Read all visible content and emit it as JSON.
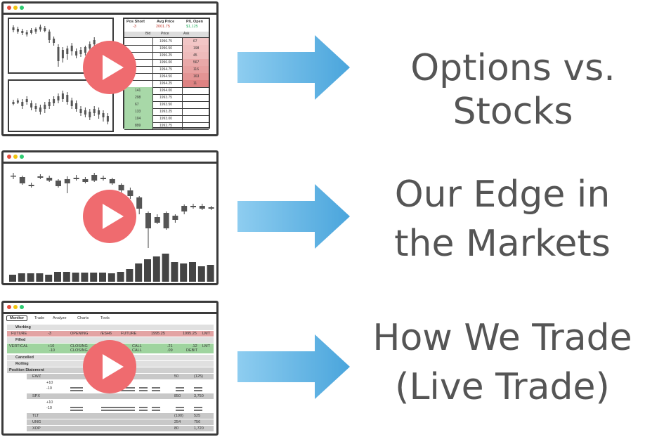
{
  "colors": {
    "play": "#ef6b6f",
    "arrow": "#5aaee0",
    "ask": "#e9a0a0",
    "bid": "#9fd49f",
    "text": "#555555"
  },
  "window1": {
    "header": [
      {
        "label": "Pos Short",
        "value": "-3"
      },
      {
        "label": "Avg Price",
        "value": "2001.75"
      },
      {
        "label": "P/L Open",
        "value": "$1,125"
      }
    ],
    "columns": [
      "Bid",
      "Price",
      "Ask"
    ],
    "ladder": [
      {
        "bid": "",
        "price": "1996.75",
        "ask": "67"
      },
      {
        "bid": "",
        "price": "1996.50",
        "ask": "198"
      },
      {
        "bid": "",
        "price": "1996.25",
        "ask": "45"
      },
      {
        "bid": "",
        "price": "1996.00",
        "ask": "567"
      },
      {
        "bid": "",
        "price": "1994.75",
        "ask": "116"
      },
      {
        "bid": "",
        "price": "1994.50",
        "ask": "163"
      },
      {
        "bid": "",
        "price": "1994.25",
        "ask": "11"
      },
      {
        "bid": "141",
        "price": "1994.00",
        "ask": ""
      },
      {
        "bid": "298",
        "price": "1993.75",
        "ask": ""
      },
      {
        "bid": "67",
        "price": "1993.50",
        "ask": ""
      },
      {
        "bid": "133",
        "price": "1993.25",
        "ask": ""
      },
      {
        "bid": "104",
        "price": "1993.00",
        "ask": ""
      },
      {
        "bid": "899",
        "price": "1992.75",
        "ask": ""
      }
    ]
  },
  "window3": {
    "tabs": [
      "Monitor",
      "Trade",
      "Analyze",
      "Charts",
      "Tools"
    ],
    "working_label": "Working",
    "order1": [
      "FUTURE",
      "-3",
      "OPENING",
      "/ESH6",
      "FUTURE",
      "1995.25",
      "1995.25",
      "LMT"
    ],
    "filled_label": "Filled",
    "order2a": [
      "VERTICAL",
      "+10",
      "CLOSING",
      "CALL",
      ".21",
      ".12",
      "LMT"
    ],
    "order2b": [
      "-10",
      "CLOSING",
      "CALL",
      ".09",
      "DEBIT"
    ],
    "cancelled_label": "Cancelled",
    "rolling_label": "Rolling",
    "position_label": "Position Statement",
    "positions": [
      {
        "sym": "EWZ",
        "qty": "50",
        "pl": "(125)"
      },
      {
        "sym": "SPX",
        "qty": "850",
        "pl": "3,750"
      },
      {
        "sym": "TLT",
        "qty": "(100)",
        "pl": "525"
      },
      {
        "sym": "UNG",
        "qty": "254",
        "pl": "756"
      },
      {
        "sym": "XOP",
        "qty": "80",
        "pl": "1,720"
      }
    ],
    "legs": [
      "+10",
      "-10"
    ]
  },
  "labels": {
    "one": "Options vs. Stocks",
    "two_line1": "Our Edge in",
    "two_line2": "the Markets",
    "three_line1": "How We Trade",
    "three_line2": "(Live Trade)"
  }
}
